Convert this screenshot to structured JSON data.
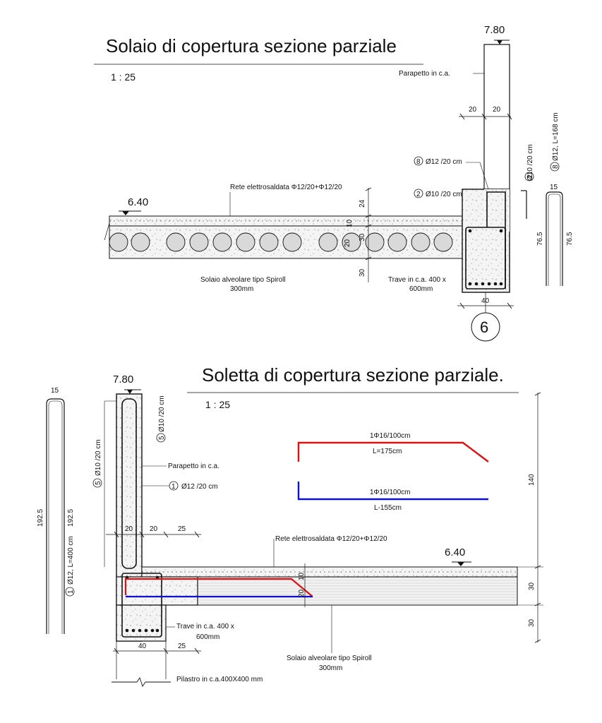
{
  "top": {
    "title": "Solaio di copertura sezione parziale",
    "scale": "1 : 25",
    "level_top": "7.80",
    "level_slab": "6.40",
    "parapet_label": "Parapetto in c.a.",
    "mesh_label": "Rete elettrosaldata Φ12/20+Φ12/20",
    "slab_label_line1": "Solaio alveolare tipo Spiroll",
    "slab_label_line2": "300mm",
    "beam_label_line1": "Trave in c.a. 400 x",
    "beam_label_line2": "600mm",
    "bar8_num": "8",
    "bar8_text": "Ø12 /20 cm",
    "bar2_num": "2",
    "bar2_text": "Ø10 /20 cm",
    "dim_20a": "20",
    "dim_20b": "20",
    "dim_24": "24",
    "dim_10": "10",
    "dim_30a": "30",
    "dim_20c": "20",
    "dim_30b": "30",
    "dim_40": "40",
    "axis_label": "6",
    "sched2_num": "2",
    "sched2_text": "Ø10 /20 cm",
    "sched8_num": "8",
    "sched8_text": "Ø12,  L=168 cm",
    "sched_15": "15",
    "sched_765a": "76.5",
    "sched_765b": "76.5"
  },
  "bottom": {
    "title": "Soletta di copertura sezione parziale.",
    "scale": "1 : 25",
    "level_top": "7.80",
    "level_slab": "6.40",
    "bar5_num": "5",
    "bar5_text": "Ø10 /20 cm",
    "bar5b_num": "5",
    "bar5b_text": "Ø10 /20 cm",
    "bar1_num": "1",
    "bar1_text": "Ø12 /20 cm",
    "parapet_label": "Parapetto in c.a.",
    "mesh_label": "Rete elettrosaldata Φ12/20+Φ12/20",
    "red_bar_line1": "1Φ16/100cm",
    "red_bar_line2": "L=175cm",
    "blue_bar_line1": "1Φ16/100cm",
    "blue_bar_line2": "L-155cm",
    "beam_label_line1": "Trave in c.a. 400 x",
    "beam_label_line2": "600mm",
    "slab_label_line1": "Solaio alveolare tipo Spiroll",
    "slab_label_line2": "300mm",
    "pillar_label": "Pilastro in c.a.400X400 mm",
    "dim_20a": "20",
    "dim_20b": "20",
    "dim_25a": "25",
    "dim_40": "40",
    "dim_25b": "25",
    "dim_10": "10",
    "dim_20c": "20",
    "dim_140": "140",
    "dim_30a": "30",
    "dim_30b": "30",
    "sched_15": "15",
    "sched_1925a": "192.5",
    "sched_1925b": "192.5",
    "sched1_num": "1",
    "sched1_text": "Ø12,  L=400 cm"
  },
  "colors": {
    "red_bar": "#e01010",
    "blue_bar": "#1010d0",
    "line": "#111111"
  }
}
